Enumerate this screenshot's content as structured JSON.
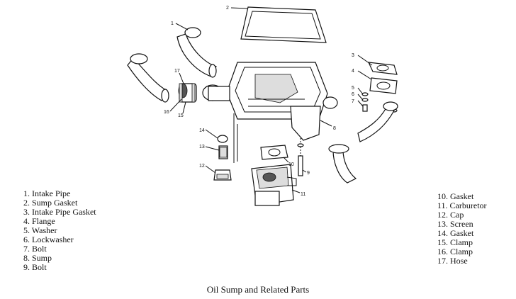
{
  "caption": "Oil Sump and Related Parts",
  "parts_left": [
    "1. Intake Pipe",
    "2. Sump Gasket",
    "3. Intake Pipe Gasket",
    "4. Flange",
    "5. Washer",
    "6. Lockwasher",
    "7. Bolt",
    "8. Sump",
    "9. Bolt"
  ],
  "parts_right": [
    "10. Gasket",
    "11. Carburetor",
    "12. Cap",
    "13. Screen",
    "14. Gasket",
    "15. Clamp",
    "16. Clamp",
    "17. Hose"
  ],
  "callouts": [
    "1",
    "2",
    "3",
    "4",
    "5",
    "6",
    "7",
    "8",
    "9",
    "10",
    "11",
    "12",
    "13",
    "14",
    "15",
    "16",
    "17"
  ]
}
